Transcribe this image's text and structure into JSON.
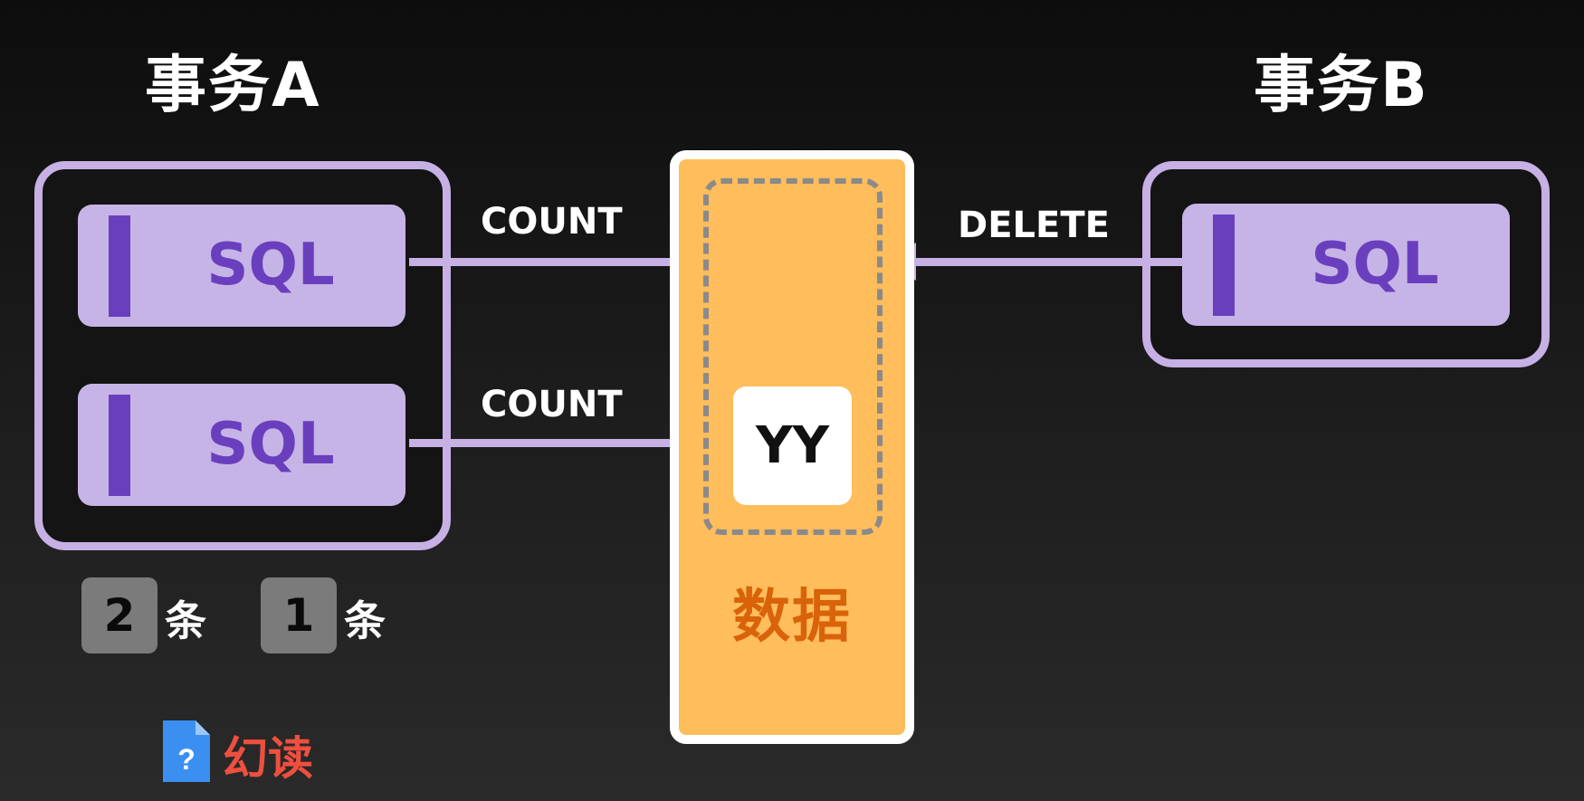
{
  "transaction_a": {
    "title": "事务A",
    "statements": [
      {
        "label": "SQL",
        "operation": "COUNT"
      },
      {
        "label": "SQL",
        "operation": "COUNT"
      }
    ]
  },
  "transaction_b": {
    "title": "事务B",
    "statements": [
      {
        "label": "SQL",
        "operation": "DELETE"
      }
    ]
  },
  "data_store": {
    "label": "数据",
    "rows": [
      "YY"
    ]
  },
  "results": [
    {
      "count": "2",
      "unit": "条"
    },
    {
      "count": "1",
      "unit": "条"
    }
  ],
  "anomaly": {
    "icon": "question-document-icon",
    "label": "幻读"
  },
  "colors": {
    "background": "#141414",
    "transaction_border": "#c6b0e4",
    "sql_block": "#c7b4e6",
    "sql_text": "#6a3fbe",
    "data_store": "#ffbd5c",
    "data_label": "#d9630a",
    "anomaly_label": "#ee4f3f",
    "count_badge": "#7b7b7b"
  }
}
